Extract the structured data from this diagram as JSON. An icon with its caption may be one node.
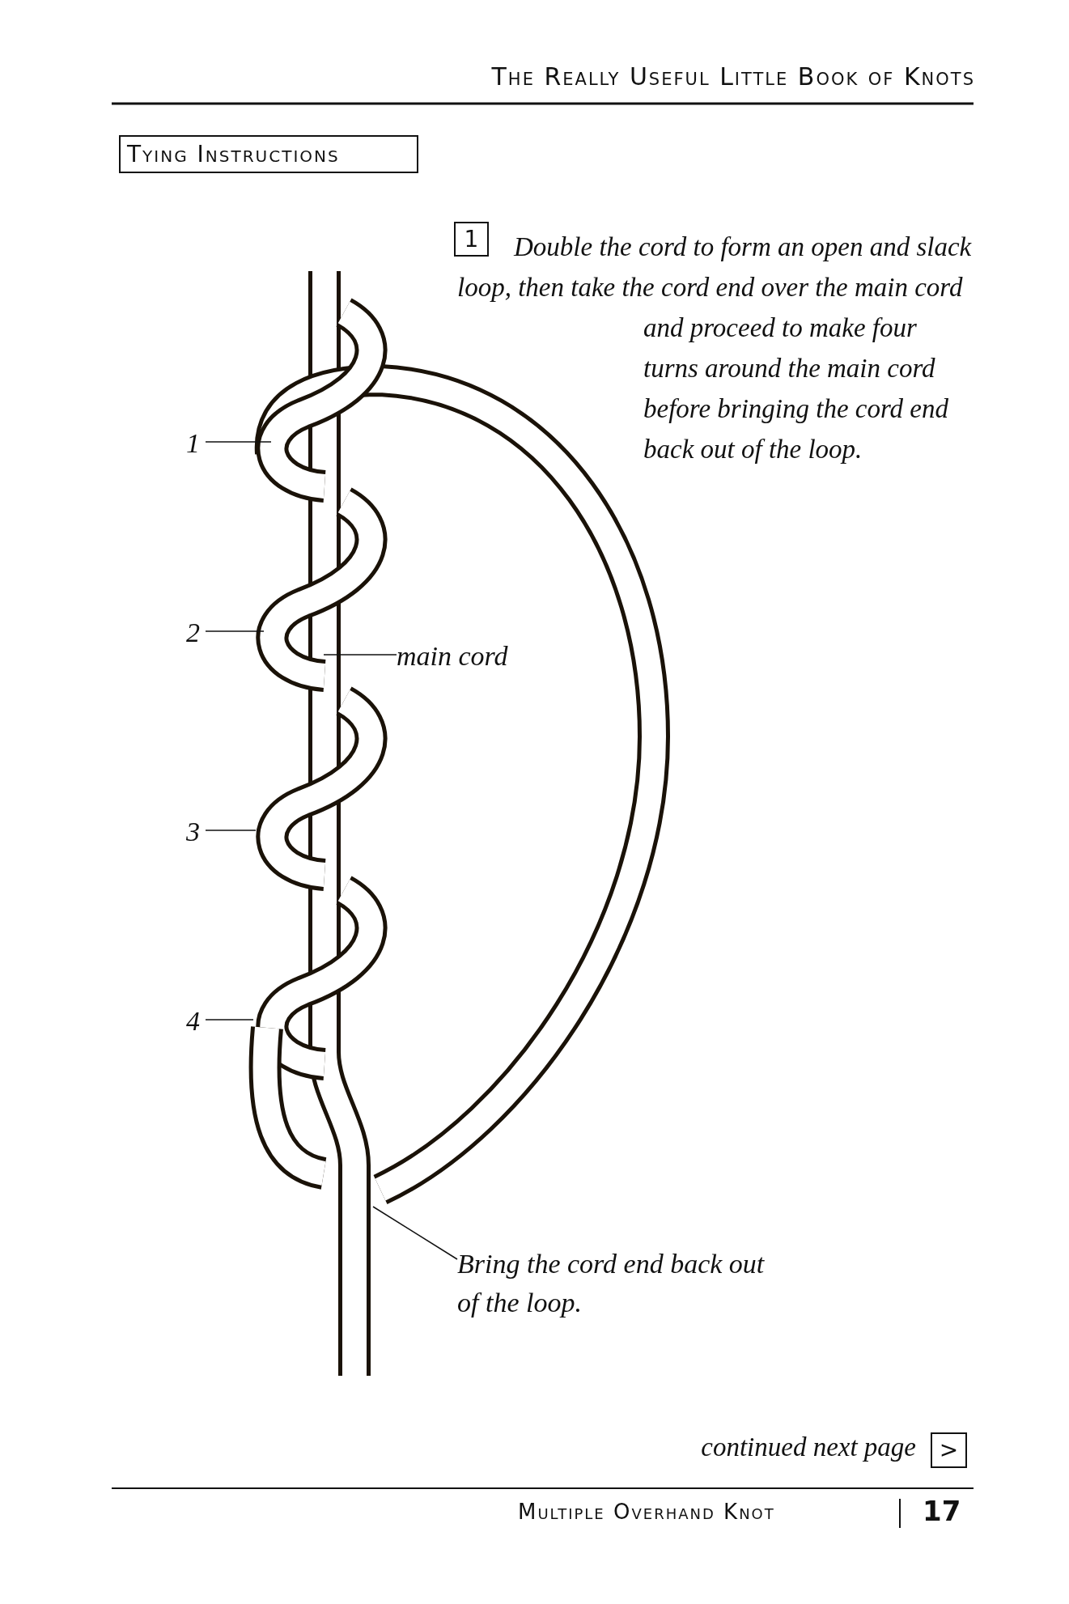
{
  "diagram": {
    "nodes": [
      {
        "text": [
          "1"
        ]
      },
      {
        "text": [
          "2"
        ]
      },
      {
        "text": [
          "3"
        ]
      },
      {
        "text": [
          "4"
        ]
      },
      {
        "text": [
          "main cord"
        ]
      },
      {
        "text": [
          "Bring the cord end back out of the loop."
        ]
      }
    ],
    "edges": [
      {
        "from": 0,
        "to": null,
        "arrow": "none"
      },
      {
        "from": 1,
        "to": null,
        "arrow": "none"
      },
      {
        "from": 2,
        "to": null,
        "arrow": "none"
      },
      {
        "from": 3,
        "to": null,
        "arrow": "none"
      },
      {
        "from": 4,
        "to": null,
        "arrow": "none"
      },
      {
        "from": 5,
        "to": null,
        "arrow": "none"
      }
    ],
    "labels": [
      "The Really Useful Little Book of Knots",
      "Tying Instructions",
      "1",
      "Double the cord to form an open and slack loop, then take the cord end over the main cord and proceed to make four turns around the main cord before bringing the cord end back out of the loop.",
      "continued next page",
      ">",
      "Multiple Overhand Knot",
      "17"
    ]
  }
}
